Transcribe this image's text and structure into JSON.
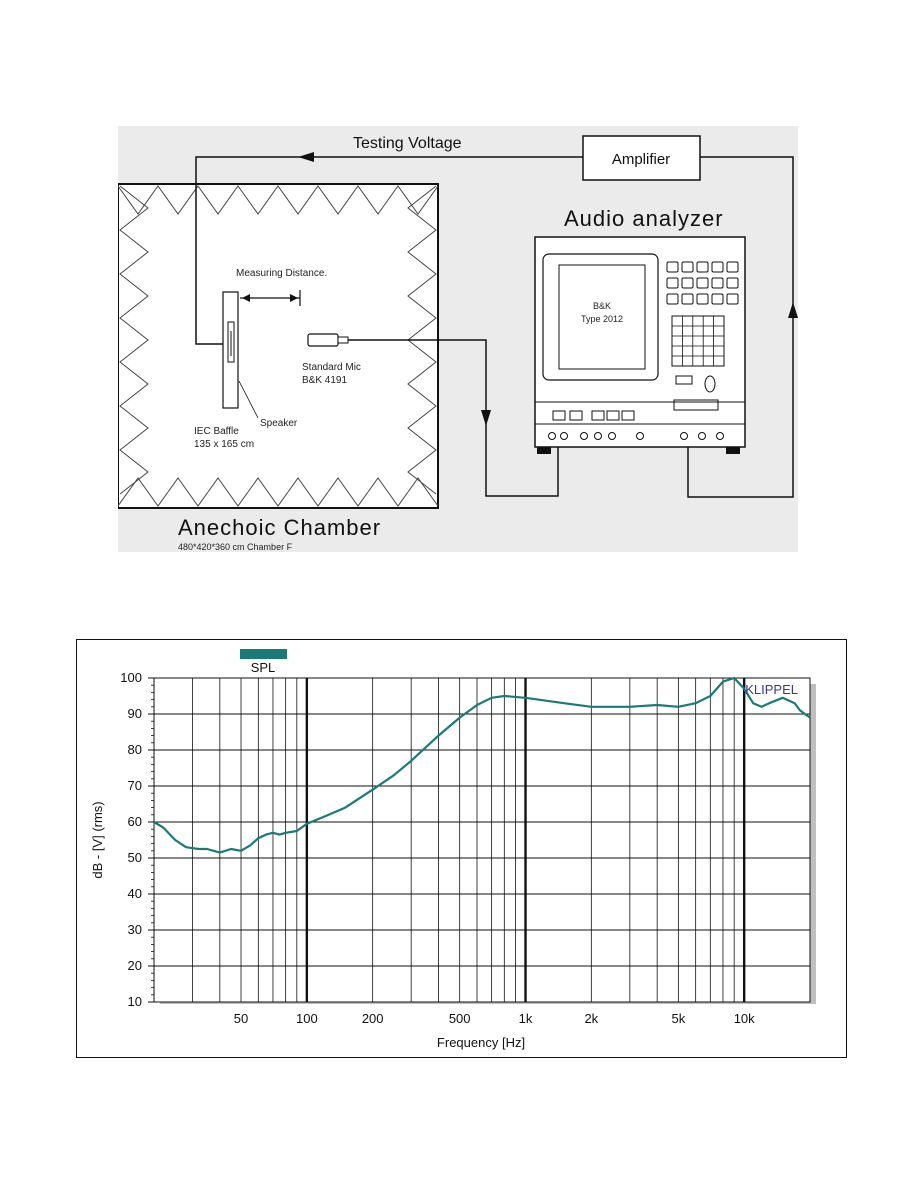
{
  "diagram": {
    "testing_voltage": "Testing Voltage",
    "amplifier": "Amplifier",
    "audio_analyzer": "Audio analyzer",
    "analyzer_model_line1": "B&K",
    "analyzer_model_line2": "Type 2012",
    "measuring_distance": "Measuring Distance.",
    "mic_line1": "Standard Mic",
    "mic_line2": "B&K 4191",
    "speaker": "Speaker",
    "baffle_line1": "IEC Baffle",
    "baffle_line2": "135 x 165 cm",
    "chamber_title": "Anechoic Chamber",
    "chamber_dims": "480*420*360 cm Chamber F"
  },
  "chart_data": {
    "type": "line",
    "xscale": "log",
    "xlabel": "Frequency [Hz]",
    "ylabel": "dB - [V]  (rms)",
    "xlim": [
      20,
      20000
    ],
    "ylim": [
      10,
      100
    ],
    "watermark": "KLIPPEL",
    "x_ticks": [
      {
        "value": 50,
        "label": "50"
      },
      {
        "value": 100,
        "label": "100"
      },
      {
        "value": 200,
        "label": "200"
      },
      {
        "value": 500,
        "label": "500"
      },
      {
        "value": 1000,
        "label": "1k"
      },
      {
        "value": 2000,
        "label": "2k"
      },
      {
        "value": 5000,
        "label": "5k"
      },
      {
        "value": 10000,
        "label": "10k"
      }
    ],
    "y_ticks": [
      10,
      20,
      30,
      40,
      50,
      60,
      70,
      80,
      90,
      100
    ],
    "grid": true,
    "legend_position": "top-left",
    "series": [
      {
        "name": "SPL",
        "color": "#1a7a78",
        "points": [
          [
            20,
            60
          ],
          [
            22,
            58.5
          ],
          [
            25,
            55
          ],
          [
            28,
            53
          ],
          [
            32,
            52.5
          ],
          [
            35,
            52.5
          ],
          [
            40,
            51.5
          ],
          [
            45,
            52.5
          ],
          [
            50,
            52
          ],
          [
            55,
            53.5
          ],
          [
            60,
            55.5
          ],
          [
            65,
            56.5
          ],
          [
            70,
            57
          ],
          [
            75,
            56.5
          ],
          [
            80,
            57
          ],
          [
            90,
            57.5
          ],
          [
            100,
            59.5
          ],
          [
            120,
            61.5
          ],
          [
            150,
            64
          ],
          [
            200,
            69
          ],
          [
            250,
            73
          ],
          [
            300,
            77
          ],
          [
            400,
            84
          ],
          [
            500,
            89
          ],
          [
            600,
            92.5
          ],
          [
            700,
            94.5
          ],
          [
            800,
            95
          ],
          [
            1000,
            94.5
          ],
          [
            1500,
            93
          ],
          [
            2000,
            92
          ],
          [
            3000,
            92
          ],
          [
            4000,
            92.5
          ],
          [
            5000,
            92
          ],
          [
            6000,
            93
          ],
          [
            7000,
            95
          ],
          [
            8000,
            99
          ],
          [
            9000,
            100
          ],
          [
            10000,
            97
          ],
          [
            11000,
            93
          ],
          [
            12000,
            92
          ],
          [
            13000,
            93
          ],
          [
            15000,
            94.5
          ],
          [
            17000,
            93
          ],
          [
            18000,
            91
          ],
          [
            20000,
            89
          ]
        ]
      }
    ]
  }
}
